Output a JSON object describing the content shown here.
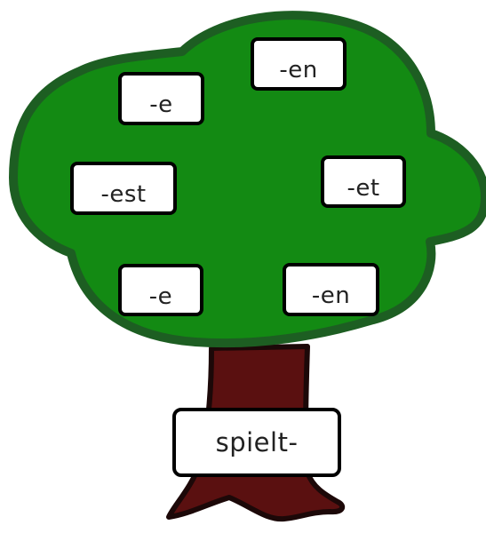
{
  "colors": {
    "canopy_fill": "#138a13",
    "canopy_outline": "#1d5e22",
    "trunk_fill": "#5a1010",
    "trunk_outline": "#1c0808",
    "card_fill": "#ffffff",
    "card_border": "#000000"
  },
  "stem": {
    "label": "spielt-"
  },
  "endings": [
    {
      "label": "-en"
    },
    {
      "label": "-e"
    },
    {
      "label": "-est"
    },
    {
      "label": "-et"
    },
    {
      "label": "-e"
    },
    {
      "label": "-en"
    }
  ]
}
